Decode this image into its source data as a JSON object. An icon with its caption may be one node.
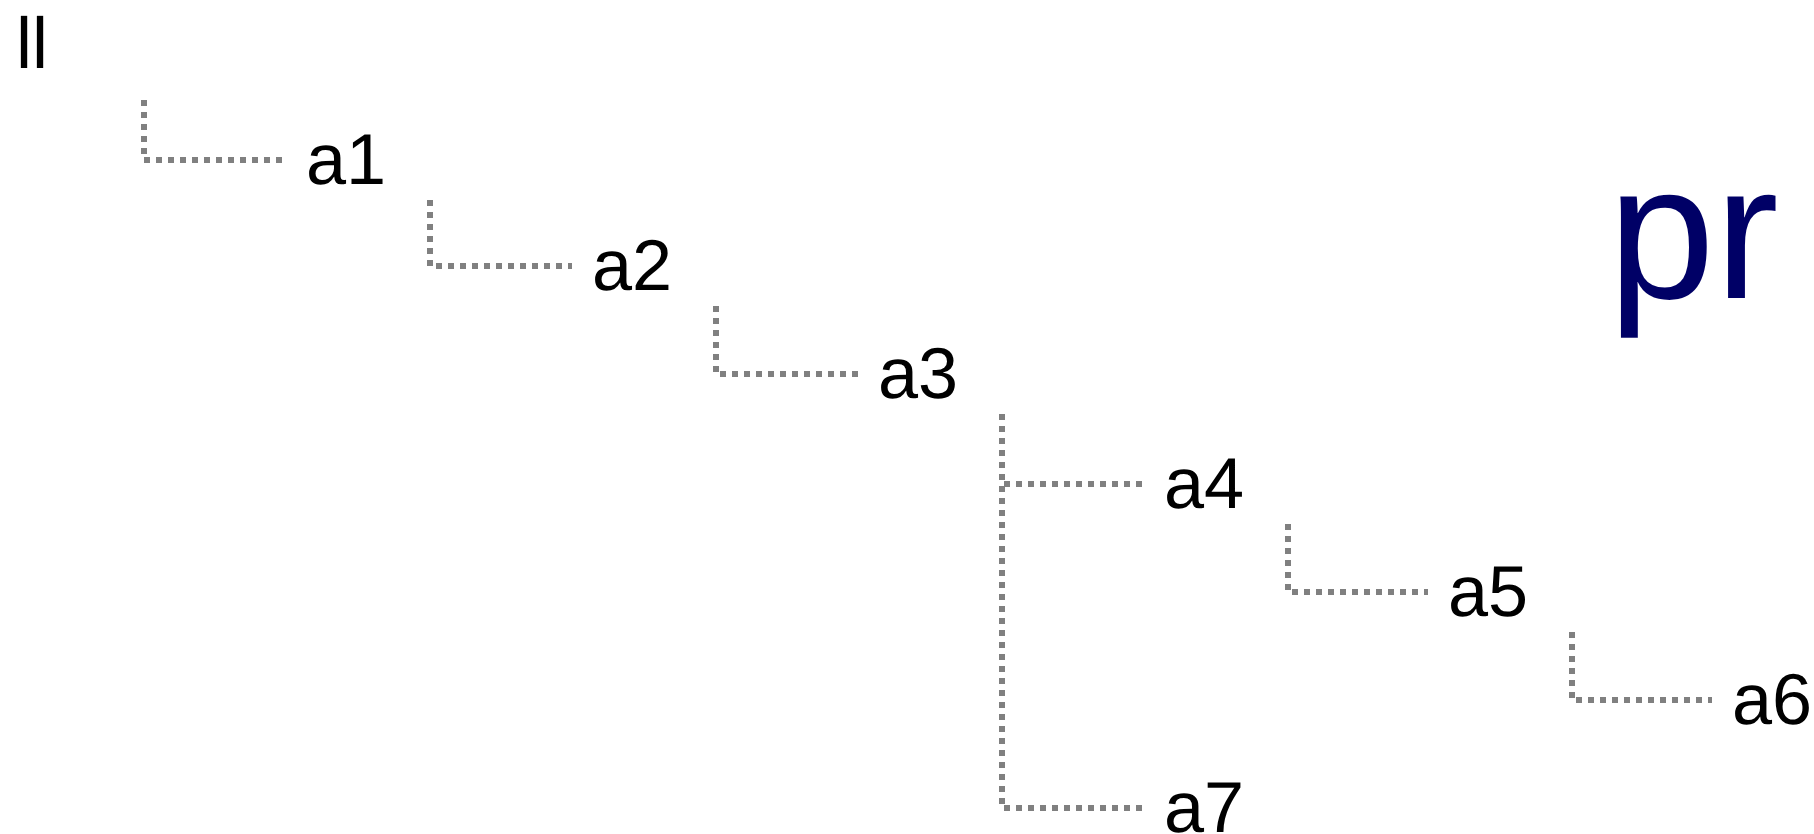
{
  "diagram": {
    "nodes": [
      {
        "text": [
          "a1"
        ]
      },
      {
        "text": [
          "a2"
        ]
      },
      {
        "text": [
          "a3"
        ]
      },
      {
        "text": [
          "a4"
        ]
      },
      {
        "text": [
          "a5"
        ]
      },
      {
        "text": [
          "a6"
        ]
      },
      {
        "text": [
          "a7"
        ]
      }
    ],
    "edges": [
      {
        "from": null,
        "to": 0,
        "arrow": "none",
        "style": "dashed"
      },
      {
        "from": 0,
        "to": 1,
        "arrow": "none",
        "style": "dashed"
      },
      {
        "from": 1,
        "to": 2,
        "arrow": "none",
        "style": "dashed"
      },
      {
        "from": 2,
        "to": 3,
        "arrow": "none",
        "style": "dashed"
      },
      {
        "from": 3,
        "to": 4,
        "arrow": "none",
        "style": "dashed"
      },
      {
        "from": 4,
        "to": 5,
        "arrow": "none",
        "style": "dashed"
      },
      {
        "from": 2,
        "to": 6,
        "arrow": "none",
        "style": "dashed"
      }
    ],
    "labels": [
      "ll",
      "pr"
    ]
  }
}
